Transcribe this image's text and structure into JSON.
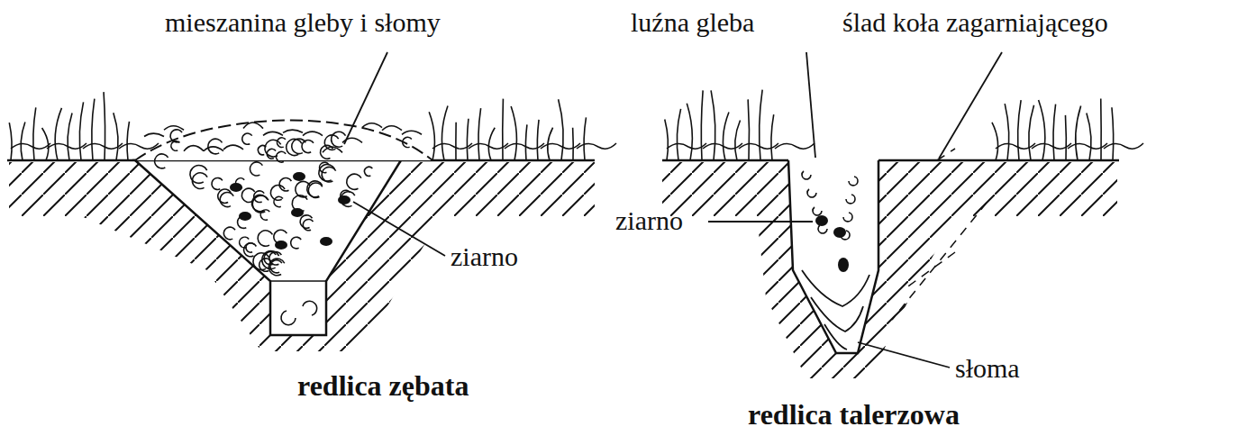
{
  "diagram": {
    "labels": [
      "mieszanina gleby i słomy",
      "luźna gleba",
      "ślad koła zagarniającego",
      "ziarno",
      "ziarno",
      "słoma",
      "redlica zębata",
      "redlica talerzowa"
    ]
  }
}
